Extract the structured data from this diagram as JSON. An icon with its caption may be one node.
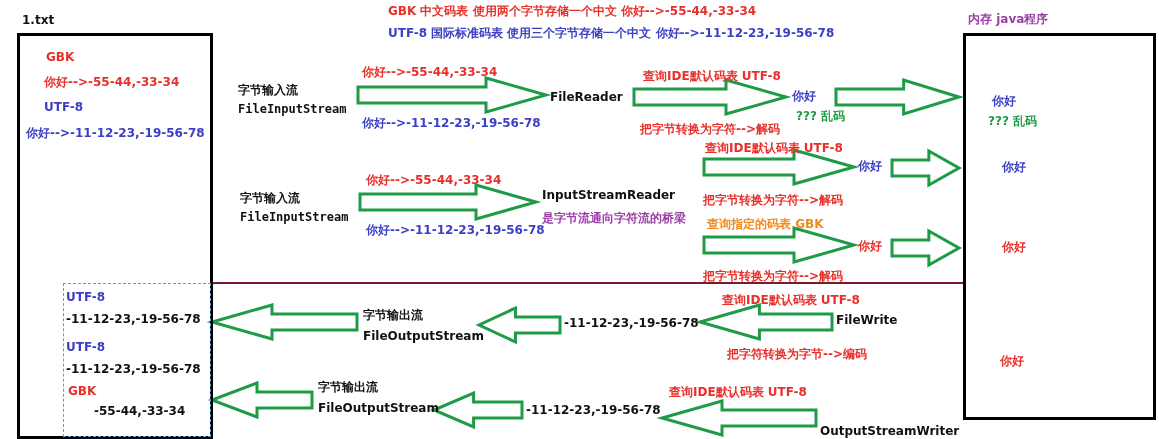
{
  "diagram": {
    "nodes": [
      {
        "text": [
          "1.txt",
          "GBK",
          "你好-->-55-44,-33-34",
          "UTF-8",
          "你好-->-11-12-23,-19-56-78"
        ]
      },
      {
        "text": [
          "UTF-8",
          "-11-12-23,-19-56-78",
          "UTF-8",
          "-11-12-23,-19-56-78",
          "GBK",
          "-55-44,-33-34"
        ],
        "in": 0
      },
      {
        "text": [
          "内存 java程序",
          "你好",
          "??? 乱码",
          "你好",
          "你好",
          "你好"
        ]
      },
      {
        "text": [
          "字节输入流",
          "FileInputStream"
        ]
      },
      {
        "text": [
          "FileReader"
        ]
      },
      {
        "text": [
          "你好",
          "??? 乱码"
        ]
      },
      {
        "text": [
          "字节输入流",
          "FileInputStream"
        ]
      },
      {
        "text": [
          "InputStreamReader",
          "是字节流通向字符流的桥梁"
        ]
      },
      {
        "text": [
          "你好"
        ]
      },
      {
        "text": [
          "你好"
        ]
      },
      {
        "text": [
          "FileWrite"
        ]
      },
      {
        "text": [
          "-11-12-23,-19-56-78"
        ]
      },
      {
        "text": [
          "字节输出流",
          "FileOutputStream"
        ]
      },
      {
        "text": [
          "OutputStreamWriter"
        ]
      },
      {
        "text": [
          "-11-12-23,-19-56-78"
        ]
      },
      {
        "text": [
          "字节输出流",
          "FileOutputStream"
        ]
      }
    ],
    "edges": [
      {
        "from": 3,
        "to": 4,
        "arrow": "to"
      },
      {
        "from": 4,
        "to": 5,
        "arrow": "to"
      },
      {
        "from": 5,
        "to": 2,
        "arrow": "to"
      },
      {
        "from": 6,
        "to": 7,
        "arrow": "to"
      },
      {
        "from": 7,
        "to": 8,
        "arrow": "to"
      },
      {
        "from": 8,
        "to": 2,
        "arrow": "to"
      },
      {
        "from": 7,
        "to": 9,
        "arrow": "to"
      },
      {
        "from": 9,
        "to": 2,
        "arrow": "to"
      },
      {
        "from": 10,
        "to": 11,
        "arrow": "to"
      },
      {
        "from": 11,
        "to": 12,
        "arrow": "to"
      },
      {
        "from": 12,
        "to": 1,
        "arrow": "to"
      },
      {
        "from": 13,
        "to": 14,
        "arrow": "to"
      },
      {
        "from": 14,
        "to": 15,
        "arrow": "to"
      },
      {
        "from": 15,
        "to": 1,
        "arrow": "to"
      }
    ],
    "labels": [
      "GBK 中文码表 使用两个字节存储一个中文 你好-->-55-44,-33-34",
      "UTF-8 国际标准码表 使用三个字节存储一个中文 你好-->-11-12-23,-19-56-78",
      "你好-->-55-44,-33-34",
      "查询IDE默认码表 UTF-8",
      "你好-->-11-12-23,-19-56-78",
      "把字节转换为字符-->解码",
      "查询IDE默认码表 UTF-8",
      "你好-->-55-44,-33-34",
      "把字节转换为字符-->解码",
      "查询指定的码表 GBK",
      "你好-->-11-12-23,-19-56-78",
      "把字节转换为字符-->解码",
      "查询IDE默认码表 UTF-8",
      "把字符转换为字节-->编码",
      "查询IDE默认码表 UTF-8"
    ]
  }
}
